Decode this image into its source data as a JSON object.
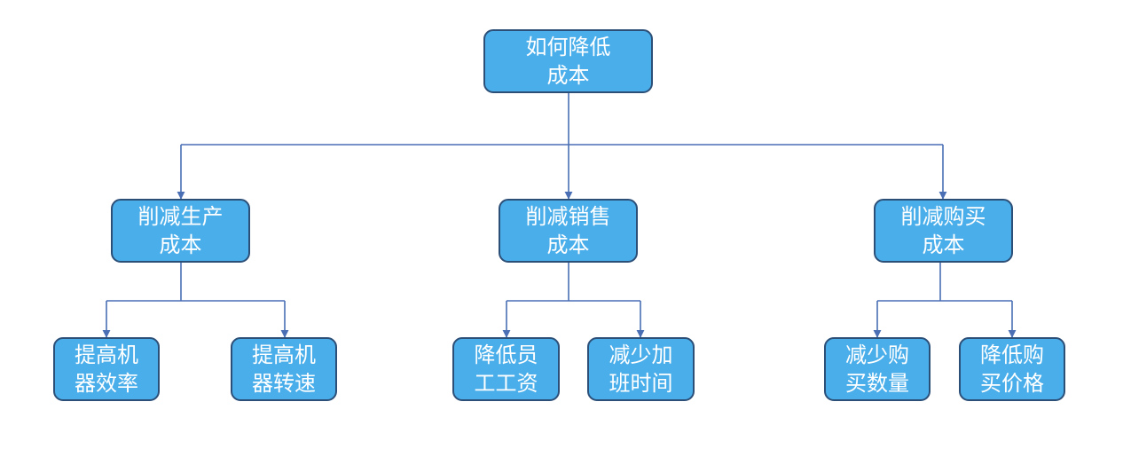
{
  "colors": {
    "node_fill": "#4aaeea",
    "node_border": "#2c4f78",
    "node_text": "#ffffff",
    "connector": "#4a6fb5"
  },
  "root": {
    "line1": "如何降低",
    "line2": "成本"
  },
  "branches": [
    {
      "line1": "削减生产",
      "line2": "成本",
      "children": [
        {
          "line1": "提高机",
          "line2": "器效率"
        },
        {
          "line1": "提高机",
          "line2": "器转速"
        }
      ]
    },
    {
      "line1": "削减销售",
      "line2": "成本",
      "children": [
        {
          "line1": "降低员",
          "line2": "工工资"
        },
        {
          "line1": "减少加",
          "line2": "班时间"
        }
      ]
    },
    {
      "line1": "削减购买",
      "line2": "成本",
      "children": [
        {
          "line1": "减少购",
          "line2": "买数量"
        },
        {
          "line1": "降低购",
          "line2": "买价格"
        }
      ]
    }
  ]
}
